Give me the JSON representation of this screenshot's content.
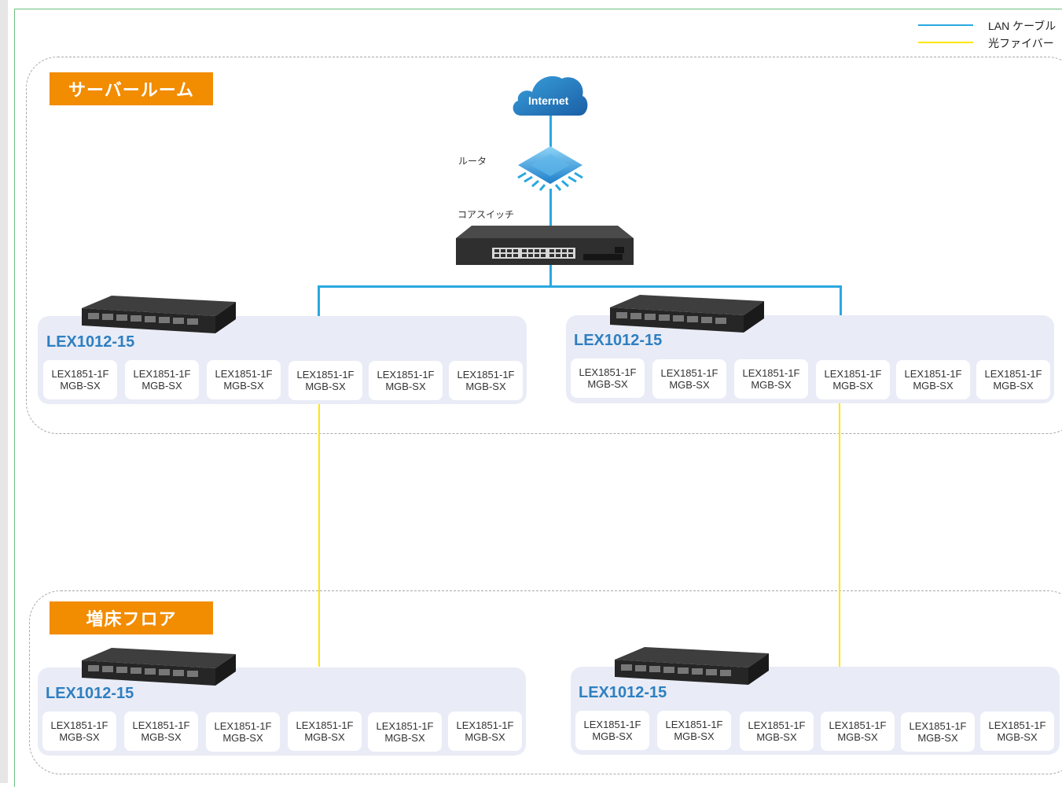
{
  "legend": {
    "lan_label": "LAN ケーブル",
    "fiber_label": "光ファイバー",
    "lan_color": "#29a8e0",
    "fiber_color": "#ffe600"
  },
  "zones": {
    "server_room": "サーバールーム",
    "raised_floor": "増床フロア"
  },
  "network": {
    "internet": "Internet",
    "router": "ルータ",
    "core_switch": "コアスイッチ"
  },
  "groups": [
    {
      "title": "LEX1012-15",
      "modules": [
        {
          "l1": "LEX1851-1F",
          "l2": "MGB-SX"
        },
        {
          "l1": "LEX1851-1F",
          "l2": "MGB-SX"
        },
        {
          "l1": "LEX1851-1F",
          "l2": "MGB-SX"
        },
        {
          "l1": "LEX1851-1F",
          "l2": "MGB-SX"
        },
        {
          "l1": "LEX1851-1F",
          "l2": "MGB-SX"
        },
        {
          "l1": "LEX1851-1F",
          "l2": "MGB-SX"
        }
      ]
    },
    {
      "title": "LEX1012-15",
      "modules": [
        {
          "l1": "LEX1851-1F",
          "l2": "MGB-SX"
        },
        {
          "l1": "LEX1851-1F",
          "l2": "MGB-SX"
        },
        {
          "l1": "LEX1851-1F",
          "l2": "MGB-SX"
        },
        {
          "l1": "LEX1851-1F",
          "l2": "MGB-SX"
        },
        {
          "l1": "LEX1851-1F",
          "l2": "MGB-SX"
        },
        {
          "l1": "LEX1851-1F",
          "l2": "MGB-SX"
        }
      ]
    },
    {
      "title": "LEX1012-15",
      "modules": [
        {
          "l1": "LEX1851-1F",
          "l2": "MGB-SX"
        },
        {
          "l1": "LEX1851-1F",
          "l2": "MGB-SX"
        },
        {
          "l1": "LEX1851-1F",
          "l2": "MGB-SX"
        },
        {
          "l1": "LEX1851-1F",
          "l2": "MGB-SX"
        },
        {
          "l1": "LEX1851-1F",
          "l2": "MGB-SX"
        },
        {
          "l1": "LEX1851-1F",
          "l2": "MGB-SX"
        }
      ]
    },
    {
      "title": "LEX1012-15",
      "modules": [
        {
          "l1": "LEX1851-1F",
          "l2": "MGB-SX"
        },
        {
          "l1": "LEX1851-1F",
          "l2": "MGB-SX"
        },
        {
          "l1": "LEX1851-1F",
          "l2": "MGB-SX"
        },
        {
          "l1": "LEX1851-1F",
          "l2": "MGB-SX"
        },
        {
          "l1": "LEX1851-1F",
          "l2": "MGB-SX"
        },
        {
          "l1": "LEX1851-1F",
          "l2": "MGB-SX"
        }
      ]
    }
  ],
  "colors": {
    "zone_label_bg": "#f28c00",
    "group_bg": "#e9ecf6",
    "group_title": "#2e7fc1"
  }
}
